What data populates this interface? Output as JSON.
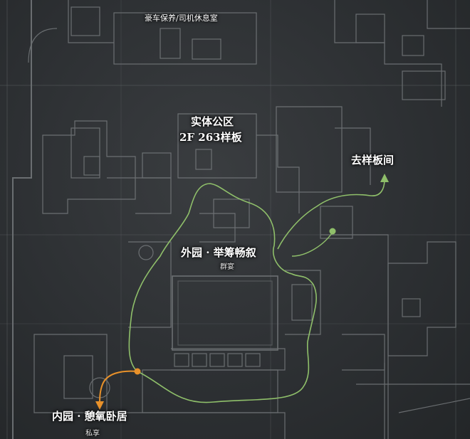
{
  "labels": {
    "garage": "豪车保养/司机休息室",
    "office_line1": "实体公区",
    "office_line2": "2F 263样板",
    "showroom": "去样板间",
    "outer_garden": "外园 · 举筹畅叙",
    "outer_garden_sub": "群宴",
    "inner_garden": "内园 · 憩氧卧居",
    "inner_garden_sub": "私享"
  },
  "colors": {
    "background": "#2d3033",
    "plan_lines": "#8a8d90",
    "route_green": "#8fbf6a",
    "route_orange": "#e8912a"
  }
}
